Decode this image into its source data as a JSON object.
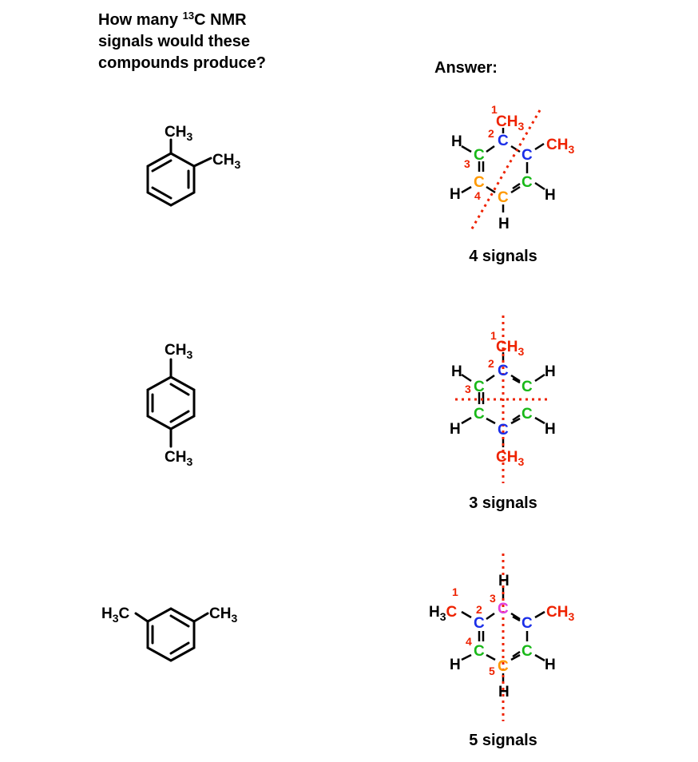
{
  "question": {
    "line1_prefix": "How many",
    "isotope": "13",
    "line1_suffix": "C NMR",
    "line2": "signals would these",
    "line3": "compounds produce?"
  },
  "answer_label": "Answer:",
  "colors": {
    "red": "#ee2200",
    "blue": "#1a2ee8",
    "green": "#18b818",
    "orange": "#ff9900",
    "magenta": "#e040e0",
    "black": "#000000"
  },
  "rows": [
    {
      "name": "ortho-xylene",
      "left_labels": {
        "ch3_a": "CH",
        "ch3_b": "CH",
        "sub": "3"
      },
      "atoms": {
        "c": "C",
        "h": "H",
        "ch": "CH",
        "sub": "3"
      },
      "numbers": [
        "1",
        "2",
        "3",
        "4"
      ],
      "signals": "4 signals"
    },
    {
      "name": "para-xylene",
      "left_labels": {
        "ch3_a": "CH",
        "ch3_b": "CH",
        "sub": "3"
      },
      "atoms": {
        "c": "C",
        "h": "H",
        "ch": "CH",
        "sub": "3"
      },
      "numbers": [
        "1",
        "2",
        "3"
      ],
      "signals": "3 signals"
    },
    {
      "name": "meta-xylene",
      "left_labels": {
        "h3c_h": "H",
        "h3c_sub": "3",
        "h3c_c": "C",
        "ch3_b": "CH",
        "sub": "3"
      },
      "atoms": {
        "c": "C",
        "h": "H",
        "ch": "CH",
        "sub": "3"
      },
      "numbers": [
        "1",
        "2",
        "3",
        "4",
        "5"
      ],
      "signals": "5 signals"
    }
  ]
}
